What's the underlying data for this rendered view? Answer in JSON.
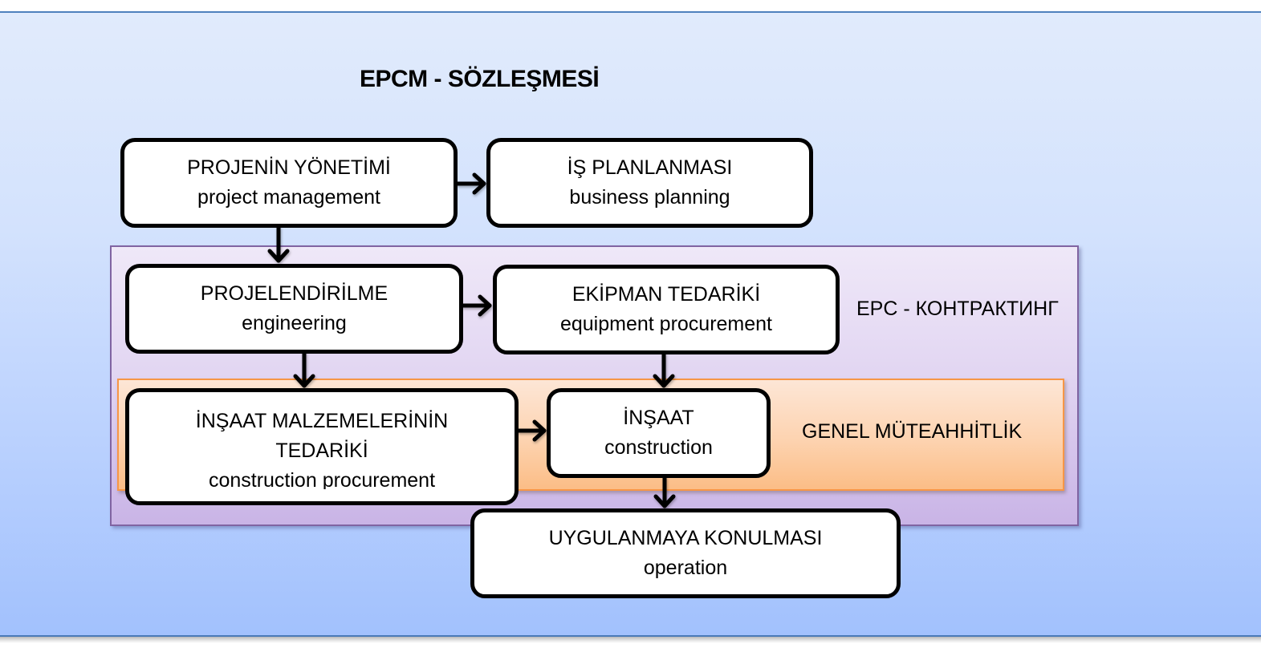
{
  "diagram": {
    "title": "EPCM - SÖZLEŞMESİ",
    "regions": {
      "epc": {
        "label": "EPC - КОНТРАКТИНГ",
        "color": "#8064a2"
      },
      "general_contracting": {
        "label": "GENEL MÜTEAHHİTLİK",
        "color": "#f79646"
      }
    },
    "nodes": {
      "project_management": {
        "tr": "PROJENİN YÖNETİMİ",
        "en": "project management"
      },
      "business_planning": {
        "tr": "İŞ PLANLANMASI",
        "en": "business planning"
      },
      "engineering": {
        "tr": "PROJELENDİRİLME",
        "en": "engineering"
      },
      "equipment_procurement": {
        "tr": "EKİPMAN TEDARİKİ",
        "en": "equipment procurement"
      },
      "construction_procurement": {
        "tr_line1": "İNŞAAT MALZEMELERİNİN",
        "tr_line2": "TEDARİKİ",
        "en": "construction procurement"
      },
      "construction": {
        "tr": "İNŞAAT",
        "en": "construction"
      },
      "operation": {
        "tr": "UYGULANMAYA KONULMASI",
        "en": "operation"
      }
    },
    "edges": [
      {
        "from": "project_management",
        "to": "business_planning"
      },
      {
        "from": "project_management",
        "to": "engineering"
      },
      {
        "from": "engineering",
        "to": "equipment_procurement"
      },
      {
        "from": "engineering",
        "to": "construction_procurement"
      },
      {
        "from": "equipment_procurement",
        "to": "construction"
      },
      {
        "from": "construction_procurement",
        "to": "construction"
      },
      {
        "from": "construction",
        "to": "operation"
      }
    ]
  }
}
